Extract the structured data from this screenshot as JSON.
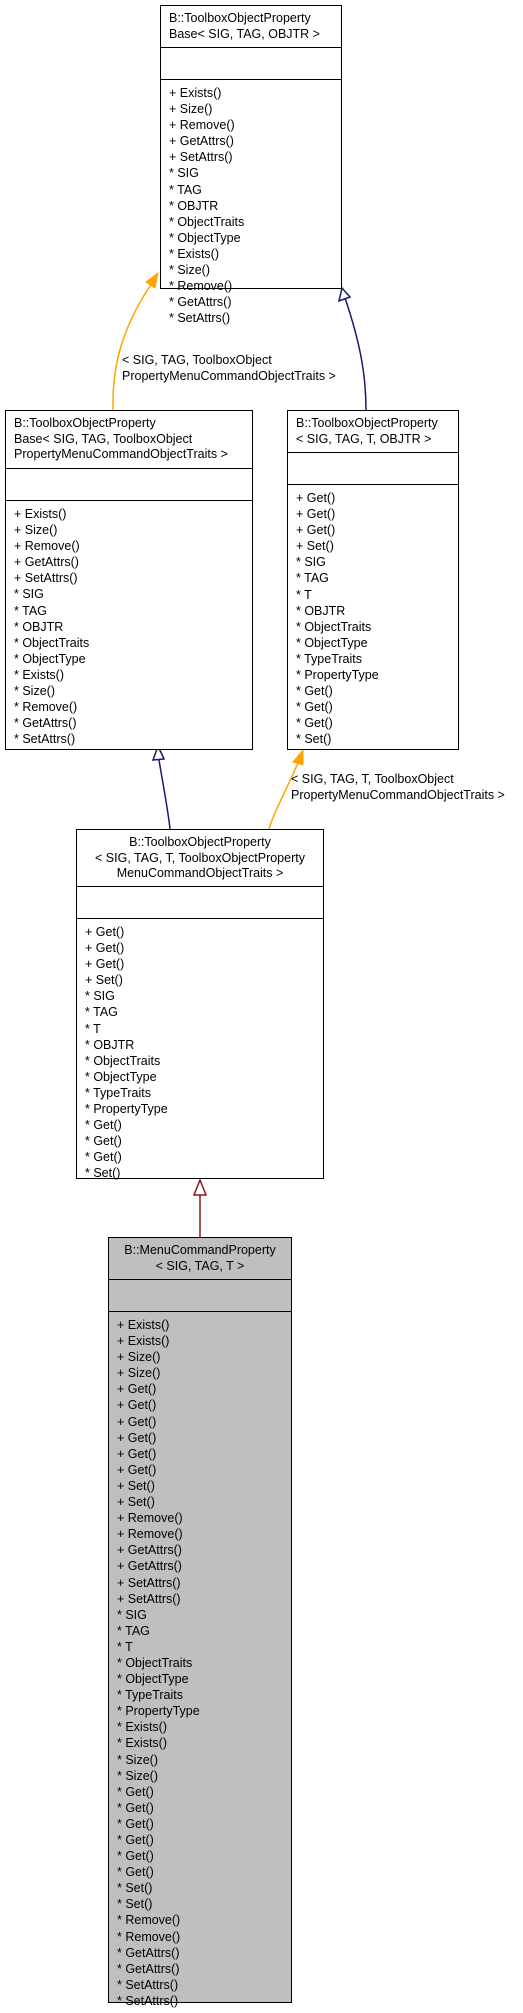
{
  "nodes": {
    "base_objtr": {
      "title": "B::ToolboxObjectProperty\nBase< SIG, TAG, OBJTR >",
      "attributes": "",
      "members": [
        "+ Exists()",
        "+ Size()",
        "+ Remove()",
        "+ GetAttrs()",
        "+ SetAttrs()",
        "* SIG",
        "* TAG",
        "* OBJTR",
        "* ObjectTraits",
        "* ObjectType",
        "* Exists()",
        "* Size()",
        "* Remove()",
        "* GetAttrs()",
        "* SetAttrs()"
      ]
    },
    "base_menu": {
      "title": "B::ToolboxObjectProperty\nBase< SIG, TAG, ToolboxObject\nPropertyMenuCommandObjectTraits >",
      "attributes": "",
      "members": [
        "+ Exists()",
        "+ Size()",
        "+ Remove()",
        "+ GetAttrs()",
        "+ SetAttrs()",
        "* SIG",
        "* TAG",
        "* OBJTR",
        "* ObjectTraits",
        "* ObjectType",
        "* Exists()",
        "* Size()",
        "* Remove()",
        "* GetAttrs()",
        "* SetAttrs()"
      ]
    },
    "prop_objtr": {
      "title": "B::ToolboxObjectProperty\n< SIG, TAG, T, OBJTR >",
      "attributes": "",
      "members": [
        "+ Get()",
        "+ Get()",
        "+ Get()",
        "+ Set()",
        "* SIG",
        "* TAG",
        "* T",
        "* OBJTR",
        "* ObjectTraits",
        "* ObjectType",
        "* TypeTraits",
        "* PropertyType",
        "* Get()",
        "* Get()",
        "* Get()",
        "* Set()"
      ]
    },
    "prop_menu": {
      "title": "B::ToolboxObjectProperty\n< SIG, TAG, T, ToolboxObjectProperty\nMenuCommandObjectTraits >",
      "attributes": "",
      "members": [
        "+ Get()",
        "+ Get()",
        "+ Get()",
        "+ Set()",
        "* SIG",
        "* TAG",
        "* T",
        "* OBJTR",
        "* ObjectTraits",
        "* ObjectType",
        "* TypeTraits",
        "* PropertyType",
        "* Get()",
        "* Get()",
        "* Get()",
        "* Set()"
      ]
    },
    "menu_cmd": {
      "title": "B::MenuCommandProperty\n< SIG, TAG, T >",
      "attributes": "",
      "members": [
        "+ Exists()",
        "+ Exists()",
        "+ Size()",
        "+ Size()",
        "+ Get()",
        "+ Get()",
        "+ Get()",
        "+ Get()",
        "+ Get()",
        "+ Get()",
        "+ Set()",
        "+ Set()",
        "+ Remove()",
        "+ Remove()",
        "+ GetAttrs()",
        "+ GetAttrs()",
        "+ SetAttrs()",
        "+ SetAttrs()",
        "* SIG",
        "* TAG",
        "* T",
        "* ObjectTraits",
        "* ObjectType",
        "* TypeTraits",
        "* PropertyType",
        "* Exists()",
        "* Exists()",
        "* Size()",
        "* Size()",
        "* Get()",
        "* Get()",
        "* Get()",
        "* Get()",
        "* Get()",
        "* Get()",
        "* Set()",
        "* Set()",
        "* Remove()",
        "* Remove()",
        "* GetAttrs()",
        "* GetAttrs()",
        "* SetAttrs()",
        "* SetAttrs()"
      ]
    }
  },
  "edge_labels": {
    "template_base": "< SIG, TAG, ToolboxObject\nPropertyMenuCommandObjectTraits >",
    "template_prop": "< SIG, TAG, T, ToolboxObject\nPropertyMenuCommandObjectTraits >"
  },
  "colors": {
    "inheritance": "#191970",
    "template": "#FFA500",
    "focus_inheritance": "#8B1A1A",
    "focus_fill": "#bfbfbf"
  }
}
